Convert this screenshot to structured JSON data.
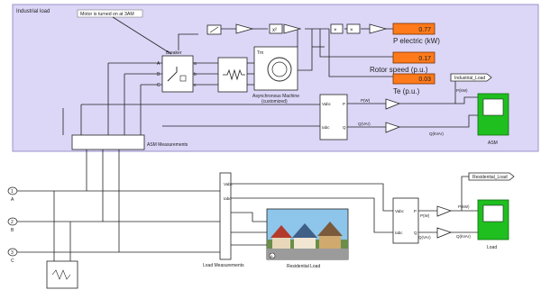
{
  "subsystem": {
    "title": "Industrial load",
    "fill": "#dcd6f7"
  },
  "annotation": {
    "text": "Motor is turned on at 3AM"
  },
  "blocks": {
    "breaker": "Breaker",
    "machine_name": "Asynchronous Machine",
    "machine_sub": "(customized)",
    "machine_port_tm": "Tm",
    "asm_meas": "ASM Measurements",
    "load_meas": "Load Measurements",
    "residential_load": "Residential Load",
    "pq_top_vabc": "Vabc",
    "pq_top_iabc": "Iabc",
    "pq_top_p": "P",
    "pq_top_q": "Q",
    "pq_bot_vabc": "Vabc",
    "pq_bot_iabc": "Iabc",
    "pq_bot_p": "P",
    "pq_bot_q": "Q",
    "vabc": "Vabc",
    "iabc": "Iabc",
    "port_a": "A",
    "port_b": "B",
    "port_c": "C",
    "port_a2": "a",
    "port_b2": "b",
    "port_c2": "c",
    "rl_port": "A"
  },
  "displays": [
    {
      "value": "0.77",
      "label": "P electric (kW)"
    },
    {
      "value": "0.17",
      "label": "Rotor speed (p.u.)"
    },
    {
      "value": "0.03",
      "label": "Te (p.u.)"
    }
  ],
  "signals": {
    "pw_top": "P(W)",
    "qvar_top": "Q(VAr)",
    "pw_top2": "P(kW)",
    "qvar_top2": "Q(kVAr)",
    "pw_bot": "P(W)",
    "qvar_bot": "Q(VAr)",
    "pw_bot2": "P(kW)",
    "qvar_bot2": "Q(kVAr)"
  },
  "tags": {
    "industrial": "Industrial_Load",
    "residential": "Residential_Load"
  },
  "scopes": {
    "asm": "ASM",
    "load": "Load"
  },
  "ports": [
    {
      "num": "1",
      "label": "A"
    },
    {
      "num": "2",
      "label": "B"
    },
    {
      "num": "3",
      "label": "C"
    }
  ],
  "colors": {
    "scope": "#1fbf1f",
    "display": "#ff7a1a"
  }
}
